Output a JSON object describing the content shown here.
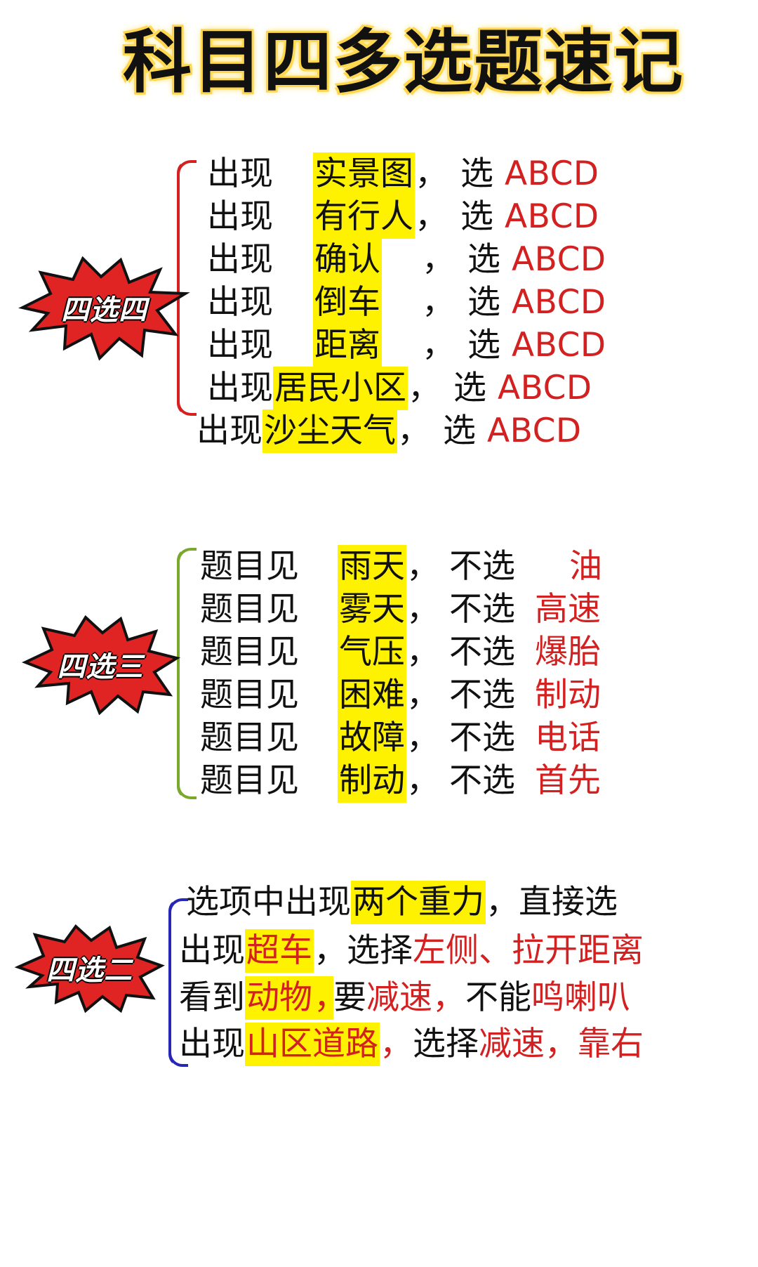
{
  "title": "科目四多选题速记",
  "sections": {
    "s1": {
      "badge": "四选四",
      "rows": [
        {
          "prefix": "出现",
          "highlight": "实景图",
          "sep": "，",
          "verb": "选",
          "answer": "ABCD"
        },
        {
          "prefix": "出现",
          "highlight": "有行人",
          "sep": "，",
          "verb": "选",
          "answer": "ABCD"
        },
        {
          "prefix": "出现",
          "highlight": "确认",
          "sep": "，",
          "verb": "选",
          "answer": "ABCD"
        },
        {
          "prefix": "出现",
          "highlight": "倒车",
          "sep": "，",
          "verb": "选",
          "answer": "ABCD"
        },
        {
          "prefix": "出现",
          "highlight": "距离",
          "sep": "，",
          "verb": "选",
          "answer": "ABCD"
        },
        {
          "prefix": "出现",
          "highlight": "居民小区",
          "sep": "，",
          "verb": "选",
          "answer": "ABCD"
        },
        {
          "prefix": "出现",
          "highlight": "沙尘天气",
          "sep": "，",
          "verb": "选",
          "answer": "ABCD"
        }
      ]
    },
    "s2": {
      "badge": "四选三",
      "rows": [
        {
          "prefix": "题目见",
          "highlight": "雨天",
          "sep": "，",
          "verb": "不选",
          "answer": "油"
        },
        {
          "prefix": "题目见",
          "highlight": "雾天",
          "sep": "，",
          "verb": "不选",
          "answer": "高速"
        },
        {
          "prefix": "题目见",
          "highlight": "气压",
          "sep": "，",
          "verb": "不选",
          "answer": "爆胎"
        },
        {
          "prefix": "题目见",
          "highlight": "困难",
          "sep": "，",
          "verb": "不选",
          "answer": "制动"
        },
        {
          "prefix": "题目见",
          "highlight": "故障",
          "sep": "，",
          "verb": "不选",
          "answer": "电话"
        },
        {
          "prefix": "题目见",
          "highlight": "制动",
          "sep": "，",
          "verb": "不选",
          "answer": "首先"
        }
      ]
    },
    "s3": {
      "badge": "四选二",
      "rows": [
        {
          "a": "选项中出现",
          "b": "两个重力",
          "c": "，直接选"
        },
        {
          "a": "出现",
          "b": "超车",
          "c": "，选择",
          "d": "左侧、拉开距离"
        },
        {
          "a": "看到",
          "b": "动物",
          "c1": "，",
          "c": "要",
          "d": "减速，",
          "e": "不能",
          "f": "鸣喇叭"
        },
        {
          "a": "出现",
          "b": "山区道路",
          "c1": "，",
          "c": "选择",
          "d": "减速，靠右"
        }
      ]
    }
  },
  "colors": {
    "highlight": "#fff200",
    "answer_red": "#d32020",
    "badge_red": "#e02424",
    "brace_red": "#d62020",
    "brace_green": "#7aa82b",
    "brace_blue": "#2626b7"
  },
  "icons": {
    "badge_shape": "burst-star-icon"
  }
}
